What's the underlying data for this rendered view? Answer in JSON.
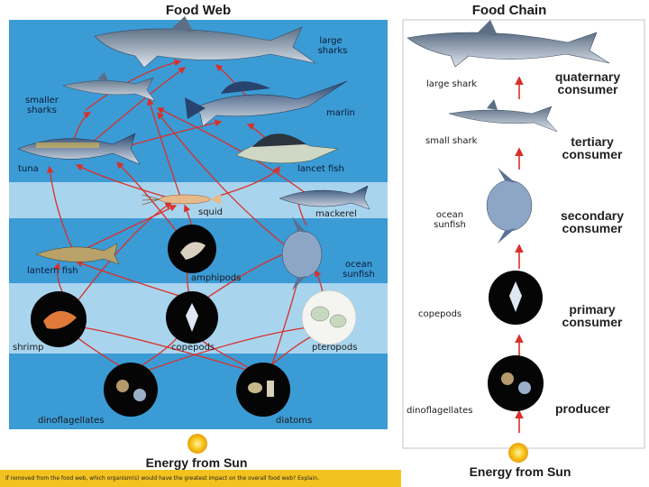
{
  "food_web": {
    "title": "Food Web",
    "organisms": {
      "large_sharks": "large\nsharks",
      "smaller_sharks": "smaller\nsharks",
      "marlin": "marlin",
      "tuna": "tuna",
      "lancet_fish": "lancet fish",
      "squid": "squid",
      "mackerel": "mackerel",
      "lantern_fish": "lantern fish",
      "amphipods": "amphipods",
      "ocean_sunfish": "ocean\nsunfish",
      "shrimp": "shrimp",
      "copepods": "copepods",
      "pteropods": "pteropods",
      "dinoflagellates": "dinoflagellates",
      "diatoms": "diatoms"
    },
    "energy": "Energy from Sun"
  },
  "food_chain": {
    "title": "Food Chain",
    "levels": [
      {
        "organism": "large shark",
        "role": "quaternary\nconsumer"
      },
      {
        "organism": "small shark",
        "role": "tertiary\nconsumer"
      },
      {
        "organism": "ocean\nsunfish",
        "role": "secondary\nconsumer"
      },
      {
        "organism": "copepods",
        "role": "primary\nconsumer"
      },
      {
        "organism": "dinoflagellates",
        "role": "producer"
      }
    ],
    "energy": "Energy from Sun"
  },
  "question": "If removed from the food web, which organism(s) would have the greatest impact on the overall food web? Explain.",
  "colors": {
    "water_dark": "#3b9bd5",
    "water_light": "#a9d4ee",
    "arrow": "#d9302a",
    "sun": "#f7c31a",
    "banner": "#f4c21f"
  }
}
